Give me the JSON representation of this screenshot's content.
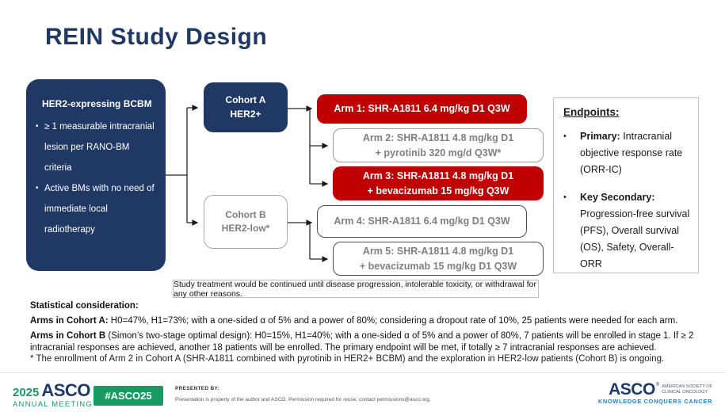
{
  "slide": {
    "title": "REIN Study Design"
  },
  "diagram": {
    "population_box": {
      "title": "HER2-expressing BCBM",
      "bullets": [
        "≥ 1 measurable intracranial lesion per RANO-BM criteria",
        "Active BMs with no need of immediate local radiotherapy"
      ]
    },
    "cohort_a": {
      "line1": "Cohort A",
      "line2": "HER2+"
    },
    "cohort_b": {
      "line1": "Cohort B",
      "line2": "HER2-low*"
    },
    "arms": [
      {
        "line1": "Arm 1: SHR-A1811 6.4 mg/kg D1 Q3W",
        "line2": ""
      },
      {
        "line1": "Arm 2: SHR-A1811 4.8 mg/kg D1",
        "line2": "+ pyrotinib 320 mg/d Q3W*"
      },
      {
        "line1": "Arm 3: SHR-A1811 4.8 mg/kg D1",
        "line2": "+ bevacizumab 15 mg/kg Q3W"
      },
      {
        "line1": "Arm 4: SHR-A1811 6.4 mg/kg D1 Q3W",
        "line2": ""
      },
      {
        "line1": "Arm 5: SHR-A1811 4.8 mg/kg D1",
        "line2": "+ bevacizumab 15 mg/kg D1 Q3W"
      }
    ],
    "endpoints": {
      "title": "Endpoints:",
      "items": [
        {
          "label": "Primary:",
          "text": " Intracranial objective response rate (ORR-IC)"
        },
        {
          "label": "Key Secondary:",
          "text": " Progression-free survival (PFS), Overall survival (OS), Safety, Overall-ORR"
        }
      ]
    },
    "note": "Study treatment would be continued until disease progression, intolerable toxicity, or withdrawal for any other reasons."
  },
  "statistics": {
    "heading": "Statistical consideration:",
    "cohort_a": {
      "label": "Arms in Cohort A:",
      "text": " H0=47%, H1=73%; with a one-sided α of 5% and a power of 80%; considering a dropout rate of 10%, 25 patients were needed for each arm."
    },
    "cohort_b": {
      "label": "Arms in Cohort B",
      "text": " (Simon’s two-stage optimal design): H0=15%, H1=40%; with a one-sided α of 5% and a power of 80%, 7 patients will be enrolled in stage 1. If ≥ 2 intracranial responses are achieved, another 18 patients will be enrolled. The primary endpoint will be met, if totally ≥ 7 intracranial responses are achieved."
    },
    "footnote": "* The enrollment of Arm 2 in Cohort A (SHR-A1811 combined with pyrotinib in HER2+ BCBM) and the exploration in HER2-low patients (Cohort B) is ongoing."
  },
  "footer": {
    "meeting_year": "2025",
    "meeting_org": "ASCO",
    "meeting_name": "ANNUAL MEETING",
    "hashtag": "#ASCO25",
    "presented_by": "PRESENTED BY:",
    "permission": "Presentation is property of the author and ASCO. Permission required for reuse; contact permissions@asco.org.",
    "org_name": "ASCO",
    "org_reg": "®",
    "org_tagline_1": "AMERICAN SOCIETY OF",
    "org_tagline_2": "CLINICAL ONCOLOGY",
    "org_slogan": "KNOWLEDGE CONQUERS CANCER"
  },
  "colors": {
    "navy": "#1F3864",
    "red": "#C00000",
    "gray_text": "#7F7F7F",
    "green": "#169B62",
    "slogan_blue": "#2D7FC1"
  }
}
